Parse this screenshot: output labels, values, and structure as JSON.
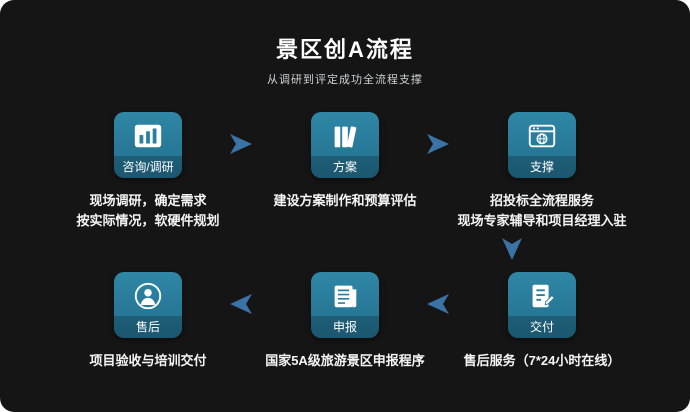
{
  "header": {
    "title": "景区创A流程",
    "subtitle": "从调研到评定成功全流程支撑"
  },
  "steps": [
    {
      "id": 1,
      "label": "咨询/调研",
      "icon": "bar-chart-icon",
      "desc_lines": [
        "现场调研，确定需求",
        "按实际情况，软硬件规划"
      ]
    },
    {
      "id": 2,
      "label": "方案",
      "icon": "books-icon",
      "desc_lines": [
        "建设方案制作和预算评估"
      ]
    },
    {
      "id": 3,
      "label": "支撑",
      "icon": "browser-globe-icon",
      "desc_lines": [
        "招投标全流程服务",
        "现场专家辅导和项目经理入驻"
      ]
    },
    {
      "id": 4,
      "label": "交付",
      "icon": "document-pen-icon",
      "desc_lines": [
        "售后服务（7*24小时在线）"
      ]
    },
    {
      "id": 5,
      "label": "申报",
      "icon": "newspaper-icon",
      "desc_lines": [
        "国家5A级旅游景区申报程序"
      ]
    },
    {
      "id": 6,
      "label": "售后",
      "icon": "person-circle-icon",
      "desc_lines": [
        "项目验收与培训交付"
      ]
    }
  ],
  "arrows": [
    {
      "from": 1,
      "to": 2,
      "direction": "right"
    },
    {
      "from": 2,
      "to": 3,
      "direction": "right"
    },
    {
      "from": 3,
      "to": 4,
      "direction": "down"
    },
    {
      "from": 4,
      "to": 5,
      "direction": "left"
    },
    {
      "from": 5,
      "to": 6,
      "direction": "left"
    }
  ],
  "colors": {
    "background": "#151515",
    "box": "#2b7f9e",
    "box_label_band": "rgba(0,0,0,0.20)",
    "arrow": "#3a74a6",
    "title_text": "#ffffff",
    "subtitle_text": "#cdd2d6"
  }
}
